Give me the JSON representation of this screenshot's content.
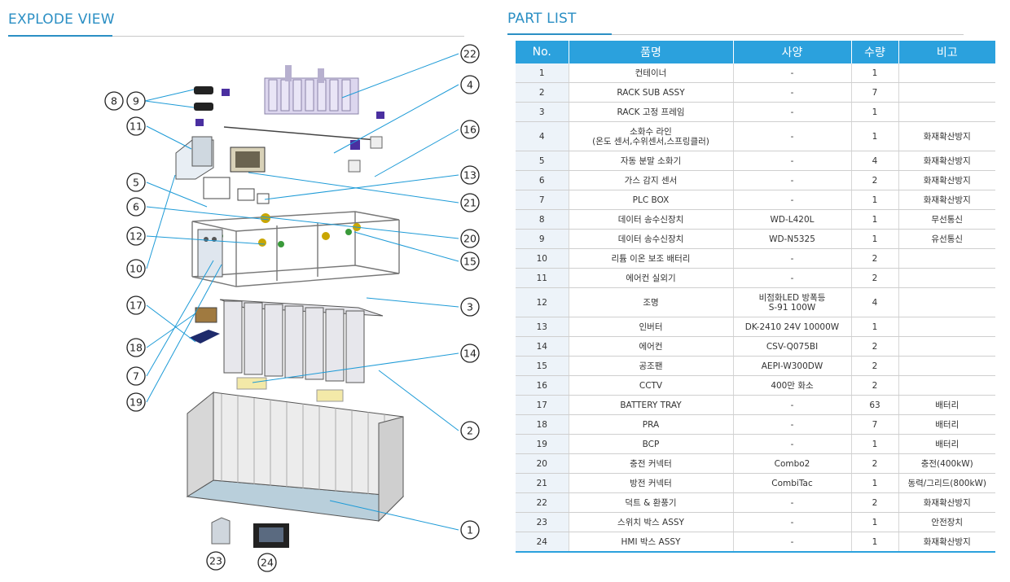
{
  "explode": {
    "title": "EXPLODE VIEW",
    "callouts": [
      "1",
      "2",
      "3",
      "4",
      "5",
      "6",
      "7",
      "8",
      "9",
      "10",
      "11",
      "12",
      "13",
      "14",
      "15",
      "16",
      "17",
      "18",
      "19",
      "20",
      "21",
      "22",
      "23",
      "24"
    ]
  },
  "parts": {
    "title": "PART LIST",
    "headers": [
      "No.",
      "품명",
      "사양",
      "수량",
      "비고"
    ],
    "rows": [
      {
        "no": "1",
        "name": "컨테이너",
        "spec": "-",
        "qty": "1",
        "note": ""
      },
      {
        "no": "2",
        "name": "RACK SUB ASSY",
        "spec": "-",
        "qty": "7",
        "note": ""
      },
      {
        "no": "3",
        "name": "RACK 고정 프레임",
        "spec": "-",
        "qty": "1",
        "note": ""
      },
      {
        "no": "4",
        "name": "소화수 라인",
        "name2": "(온도 센서,수위센서,스프링클러)",
        "spec": "-",
        "qty": "1",
        "note": "화재확산방지"
      },
      {
        "no": "5",
        "name": "자동 분말 소화기",
        "spec": "-",
        "qty": "4",
        "note": "화재확산방지"
      },
      {
        "no": "6",
        "name": "가스 감지 센서",
        "spec": "-",
        "qty": "2",
        "note": "화재확산방지"
      },
      {
        "no": "7",
        "name": "PLC BOX",
        "spec": "-",
        "qty": "1",
        "note": "화재확산방지"
      },
      {
        "no": "8",
        "name": "데이터 송수신장치",
        "spec": "WD-L420L",
        "qty": "1",
        "note": "무선통신"
      },
      {
        "no": "9",
        "name": "데이터 송수신장치",
        "spec": "WD-N5325",
        "qty": "1",
        "note": "유선통신"
      },
      {
        "no": "10",
        "name": "리튬 이온 보조 배터리",
        "spec": "-",
        "qty": "2",
        "note": ""
      },
      {
        "no": "11",
        "name": "에어컨 실외기",
        "spec": "-",
        "qty": "2",
        "note": ""
      },
      {
        "no": "12",
        "name": "조명",
        "spec": "비점화LED 방폭등",
        "spec2": "S-91 100W",
        "qty": "4",
        "note": ""
      },
      {
        "no": "13",
        "name": "인버터",
        "spec": "DK-2410 24V 10000W",
        "qty": "1",
        "note": ""
      },
      {
        "no": "14",
        "name": "에어컨",
        "spec": "CSV-Q075BI",
        "qty": "2",
        "note": ""
      },
      {
        "no": "15",
        "name": "공조팬",
        "spec": "AEPI-W300DW",
        "qty": "2",
        "note": ""
      },
      {
        "no": "16",
        "name": "CCTV",
        "spec": "400만 화소",
        "qty": "2",
        "note": ""
      },
      {
        "no": "17",
        "name": "BATTERY TRAY",
        "spec": "-",
        "qty": "63",
        "note": "배터리"
      },
      {
        "no": "18",
        "name": "PRA",
        "spec": "-",
        "qty": "7",
        "note": "배터리"
      },
      {
        "no": "19",
        "name": "BCP",
        "spec": "-",
        "qty": "1",
        "note": "배터리"
      },
      {
        "no": "20",
        "name": "충전 커넥터",
        "spec": "Combo2",
        "qty": "2",
        "note": "충전(400kW)"
      },
      {
        "no": "21",
        "name": "방전 커넥터",
        "spec": "CombiTac",
        "qty": "1",
        "note": "동력/그리드(800kW)"
      },
      {
        "no": "22",
        "name": "덕트 & 환풍기",
        "spec": "-",
        "qty": "2",
        "note": "화재확산방지"
      },
      {
        "no": "23",
        "name": "스위치 박스 ASSY",
        "spec": "-",
        "qty": "1",
        "note": "안전장치"
      },
      {
        "no": "24",
        "name": "HMI 박스 ASSY",
        "spec": "-",
        "qty": "1",
        "note": "화재확산방지"
      }
    ]
  },
  "colors": {
    "accent": "#2ba1dd",
    "title": "#2b8fc4",
    "leader": "#1e9bd7",
    "row_no_bg": "#edf3f9"
  }
}
